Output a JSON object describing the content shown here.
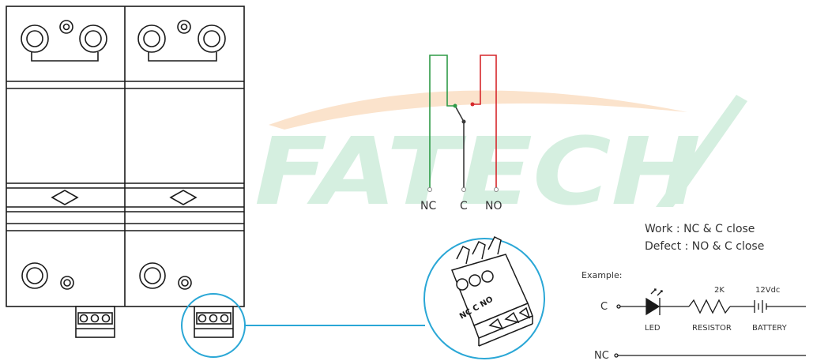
{
  "watermark": {
    "brand": "FATECH"
  },
  "contact_diagram": {
    "labels": {
      "nc": "NC",
      "c": "C",
      "no": "NO"
    },
    "colors": {
      "nc_wire": "#2e9b47",
      "no_wire": "#d6272b",
      "c_wire": "#3a3a3a"
    }
  },
  "connector": {
    "print": "NC C NO"
  },
  "status_text": {
    "work": "Work : NC & C close",
    "defect": "Defect : NO & C close"
  },
  "example": {
    "heading": "Example:",
    "c_label": "C",
    "nc_label": "NC",
    "resistor_value": "2K",
    "battery_value": "12Vdc",
    "led_caption": "LED",
    "resistor_caption": "RESISTOR",
    "battery_caption": "BATTERY"
  },
  "colors": {
    "accent_blue": "#2aa7d6",
    "outline": "#1a1a1a",
    "watermark_green": "#d5efe0",
    "watermark_orange": "#fbe3cc"
  }
}
